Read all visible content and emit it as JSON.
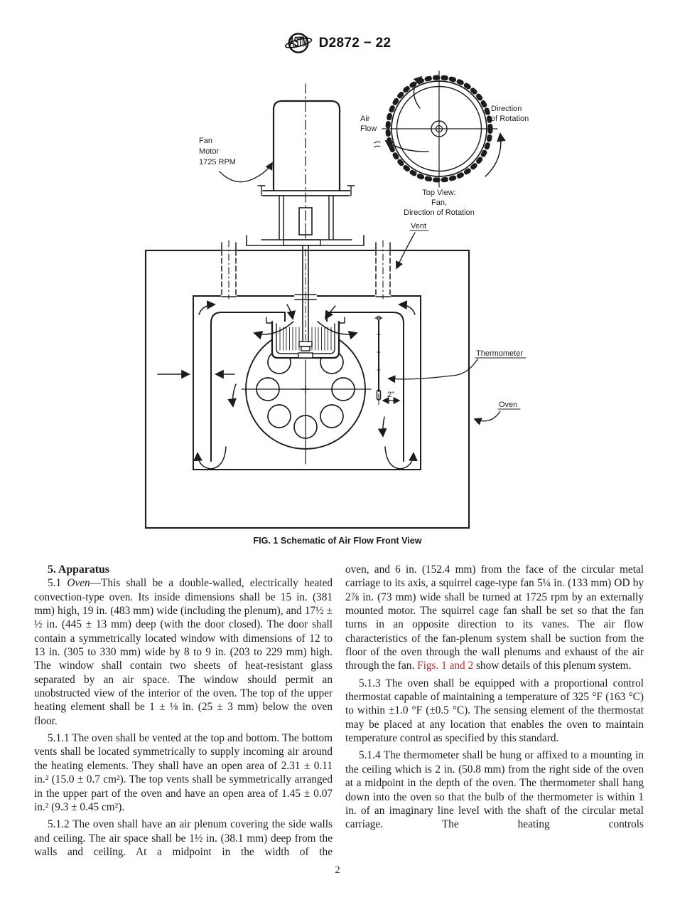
{
  "header": {
    "logo": "ASTM",
    "designation": "D2872 − 22"
  },
  "figure": {
    "labels": {
      "fan_motor": [
        "Fan",
        "Motor",
        "1725 RPM"
      ],
      "air_flow": [
        "Air",
        "Flow"
      ],
      "direction_of_rotation": [
        "Direction",
        "of Rotation"
      ],
      "top_view": [
        "Top View:",
        "Fan,",
        "Direction of Rotation"
      ],
      "vent": "Vent",
      "thermometer": "Thermometer",
      "oven": "Oven",
      "dim_2in": "2\""
    },
    "caption": "FIG. 1 Schematic of Air Flow Front View"
  },
  "section": {
    "title": "5. Apparatus",
    "p51": {
      "num": "5.1 ",
      "term": "Oven",
      "text": "—This shall be a double-walled, electrically heated convection-type oven. Its inside dimensions shall be 15 in. (381 mm) high, 19 in. (483 mm) wide (including the plenum), and 17½ ± ½ in. (445 ± 13 mm) deep (with the door closed). The door shall contain a symmetrically located window with dimensions of 12 to 13 in. (305 to 330 mm) wide by 8 to 9 in. (203 to 229 mm) high. The window shall contain two sheets of heat-resistant glass separated by an air space. The window should permit an unobstructed view of the interior of the oven. The top of the upper heating element shall be 1 ± ⅛ in. (25 ± 3 mm) below the oven floor."
    },
    "p511": "5.1.1 The oven shall be vented at the top and bottom. The bottom vents shall be located symmetrically to supply incoming air around the heating elements. They shall have an open area of 2.31 ± 0.11 in.² (15.0 ± 0.7 cm²). The top vents shall be symmetrically arranged in the upper part of the oven and have an open area of 1.45 ± 0.07 in.² (9.3 ± 0.45 cm²).",
    "p512_left": "5.1.2 The oven shall have an air plenum covering the side walls and ceiling. The air space shall be 1½ in. (38.1 mm) deep from the walls and ceiling. At a midpoint in the width of the",
    "p512_right": {
      "before": "oven, and 6 in. (152.4 mm) from the face of the circular metal carriage to its axis, a squirrel cage-type fan 5¼ in. (133 mm) OD by 2⅞ in. (73 mm) wide shall be turned at 1725 rpm by an externally mounted motor. The squirrel cage fan shall be set so that the fan turns in an opposite direction to its vanes. The air flow characteristics of the fan-plenum system shall be suction from the floor of the oven through the wall plenums and exhaust of the air through the fan. ",
      "link": "Figs. 1 and 2",
      "after": " show details of this plenum system."
    },
    "p513": "5.1.3 The oven shall be equipped with a proportional control thermostat capable of maintaining a temperature of 325 °F (163 °C) to within ±1.0 °F (±0.5 °C). The sensing element of the thermostat may be placed at any location that enables the oven to maintain temperature control as specified by this standard.",
    "p514": "5.1.4 The thermometer shall be hung or affixed to a mounting in the ceiling which is 2 in. (50.8 mm) from the right side of the oven at a midpoint in the depth of the oven. The thermometer shall hang down into the oven so that the bulb of the thermometer is within 1 in. of an imaginary line level with the shaft of the circular metal carriage. The heating controls",
    "footer_page_number": "2"
  },
  "colors": {
    "ink": "#1c1c1c",
    "link_red": "#cc2222",
    "background": "#ffffff"
  }
}
